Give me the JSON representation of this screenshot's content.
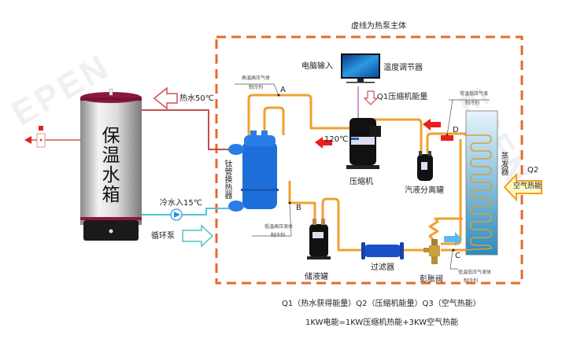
{
  "title": "虚线为热泵主体",
  "watermark": "EPEN",
  "tank": {
    "label": "保温水箱"
  },
  "hot_water": {
    "label": "热水50℃"
  },
  "cold_water": {
    "label": "冷水入15℃"
  },
  "pump": {
    "label": "循环泵"
  },
  "heat_exchanger": {
    "label": "钛管换热器"
  },
  "computer": {
    "input_label": "电脑输入",
    "controller_label": "温度调节器"
  },
  "q1_arrow": {
    "label": "Q1压缩机能量"
  },
  "temp_120": {
    "label": "120℃"
  },
  "compressor": {
    "label": "压缩机"
  },
  "separator": {
    "label": "汽液分离罐"
  },
  "receiver": {
    "label": "储液罐"
  },
  "filter": {
    "label": "过滤器"
  },
  "expansion_valve": {
    "label": "彭胀阀"
  },
  "evaporator": {
    "label": "蒸发器"
  },
  "air_heat": {
    "q_label": "Q2",
    "label": "空气热能"
  },
  "points": {
    "A": {
      "name": "A",
      "line1": "高温高压气体",
      "line2": "制冷剂"
    },
    "B": {
      "name": "B",
      "line1": "低温高压液体",
      "line2": "制冷剂"
    },
    "C": {
      "name": "C",
      "line1": "低温低压气液体",
      "line2": "制冷剂"
    },
    "D": {
      "name": "D",
      "line1": "常温低压气液",
      "line2": "制冷剂"
    }
  },
  "legend": {
    "line1": "Q1（热水获得能量）Q2（压缩机能量）Q3（空气热能）",
    "line2": "1KW电能=1KW压缩机热能+3KW空气热能"
  },
  "colors": {
    "dashed_border": "#e8692a",
    "pipe": "#f0a030",
    "hot_pipe": "#c0504d",
    "cold_pipe": "#4fc3d9",
    "component_blue": "#1e6fd9",
    "red_arrow": "#e82020"
  }
}
